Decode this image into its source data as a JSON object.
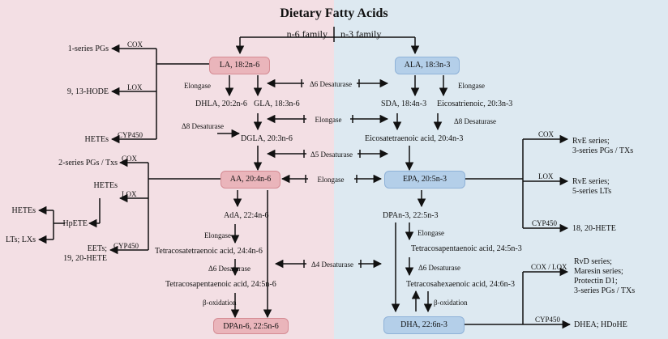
{
  "title": "Dietary Fatty Acids",
  "families": {
    "n6": "n-6 family",
    "n3": "n-3 family"
  },
  "boxes": {
    "la": "LA, 18:2n-6",
    "ala": "ALA, 18:3n-3",
    "aa": "AA, 20:4n-6",
    "epa": "EPA, 20:5n-3",
    "dpan6": "DPAn-6, 22:5n-6",
    "dha": "DHA, 22:6n-3"
  },
  "n6_metabolites": {
    "dhla": "DHLA, 20:2n-6",
    "gla": "GLA, 18:3n-6",
    "dgla": "DGLA, 20:3n-6",
    "ada": "AdA, 22:4n-6",
    "tetracosatetraenoic": "Tetracosatetraenoic acid, 24:4n-6",
    "tetracosapentaenoic_n6": "Tetracosapentaenoic acid, 24:5n-6"
  },
  "n3_metabolites": {
    "sda": "SDA, 18:4n-3",
    "eicosatrienoic": "Eicosatrienoic, 20:3n-3",
    "eicosatetraenoic": "Eicosatetraenoic acid, 20:4n-3",
    "dpan3": "DPAn-3, 22:5n-3",
    "tetracosapentaenoic_n3": "Tetracosapentaenoic acid, 24:5n-3",
    "tetracosahexaenoic": "Tetracosahexaenoic acid, 24:6n-3"
  },
  "enzymes": {
    "d6": "Δ6 Desaturase",
    "d8": "Δ8 Desaturase",
    "d5": "Δ5 Desaturase",
    "d4": "Δ4 Desaturase",
    "elongase": "Elongase",
    "beta_ox": "β-oxidation",
    "cox": "COX",
    "lox": "LOX",
    "cyp450": "CYP450",
    "cox_lox": "COX / LOX"
  },
  "la_products": {
    "pg1": "1-series PGs",
    "hode": "9, 13-HODE",
    "hetes": "HETEs"
  },
  "aa_products": {
    "pg2": "2-series PGs / Txs",
    "hetes": "HETEs",
    "hpete": "HpETE",
    "hetes2": "HETEs",
    "lts": "LTs; LXs",
    "eets": "EETs;",
    "hete1920": "19, 20-HETE"
  },
  "epa_products": {
    "rve_cox_1": "RvE series;",
    "rve_cox_2": "3-series PGs / TXs",
    "rve_lox_1": "RvE series;",
    "rve_lox_2": "5-series LTs",
    "hete1820": "18, 20-HETE"
  },
  "dha_products": {
    "rvd": "RvD series;",
    "maresin": "Maresin series;",
    "protectin": "Protectin D1;",
    "pg3": "3-series PGs / TXs",
    "dhea": "DHEA; HDoHE"
  }
}
